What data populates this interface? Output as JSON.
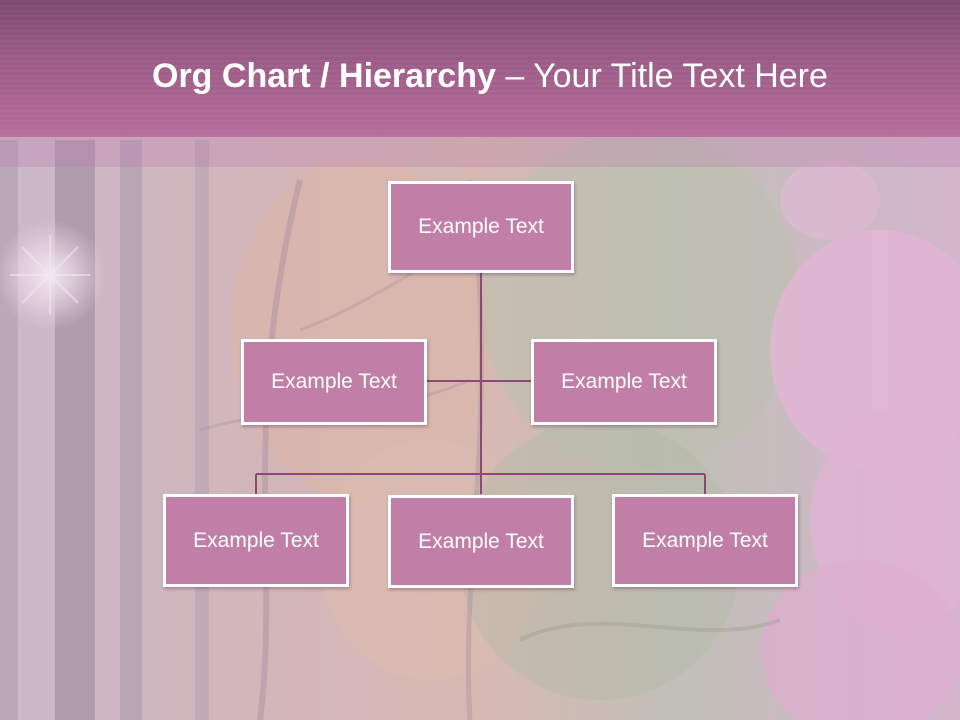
{
  "slide": {
    "title_bold": "Org Chart / Hierarchy",
    "title_dash": " – ",
    "title_rest": "Your Title Text Here"
  },
  "org_chart": {
    "root": {
      "label": "Example Text"
    },
    "assistants": [
      {
        "label": "Example Text"
      },
      {
        "label": "Example Text"
      }
    ],
    "subordinates": [
      {
        "label": "Example Text"
      },
      {
        "label": "Example Text"
      },
      {
        "label": "Example Text"
      }
    ]
  },
  "colors": {
    "header": "#b66d99",
    "node_fill": "#c17ea6",
    "node_border": "#ffffff",
    "connector": "#8a4a76",
    "title_text": "#ffffff"
  },
  "background": {
    "description_icon": "forest-with-pink-flowers-photo"
  }
}
